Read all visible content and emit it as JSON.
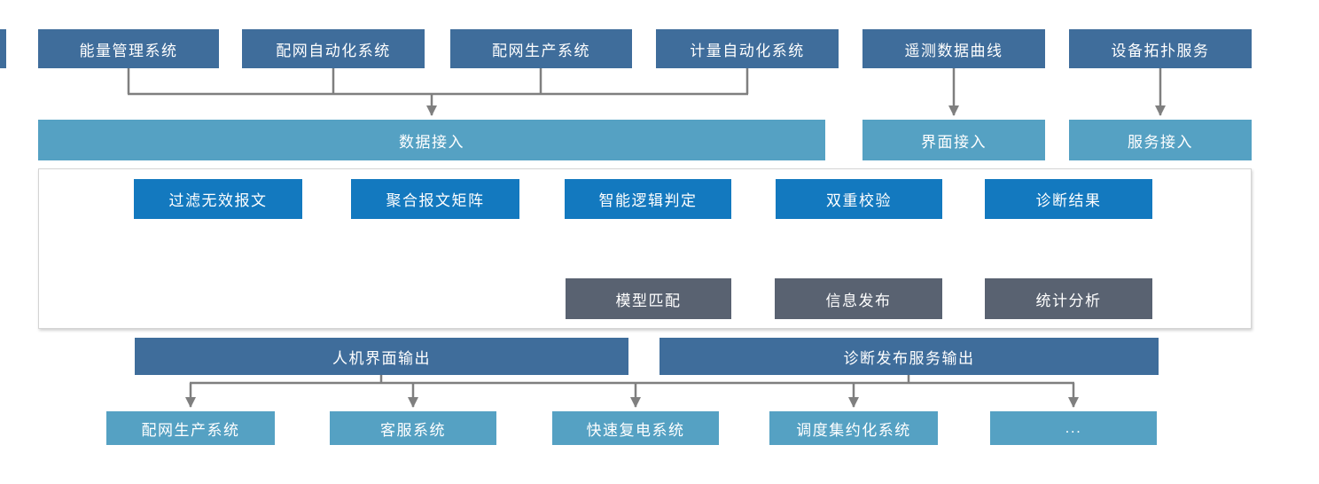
{
  "colors": {
    "source_box": "#3f6d9b",
    "access_bar": "#55a1c3",
    "process_box": "#1379bf",
    "output_box": "#596271",
    "connector": "#7f7f7f",
    "frame_border": "#d4d4d4",
    "text": "#ffffff"
  },
  "top_row": {
    "items": [
      "能量管理系统",
      "配网自动化系统",
      "配网生产系统",
      "计量自动化系统",
      "遥测数据曲线",
      "设备拓扑服务"
    ]
  },
  "access_row": {
    "data_access": "数据接入",
    "ui_access": "界面接入",
    "service_access": "服务接入"
  },
  "process_flow": {
    "steps": [
      "过滤无效报文",
      "聚合报文矩阵",
      "智能逻辑判定",
      "双重校验",
      "诊断结果"
    ],
    "results": [
      "模型匹配",
      "信息发布",
      "统计分析"
    ]
  },
  "output_row": {
    "hmi_output": "人机界面输出",
    "publish_output": "诊断发布服务输出"
  },
  "bottom_row": {
    "items": [
      "配网生产系统",
      "客服系统",
      "快速复电系统",
      "调度集约化系统",
      "..."
    ]
  }
}
